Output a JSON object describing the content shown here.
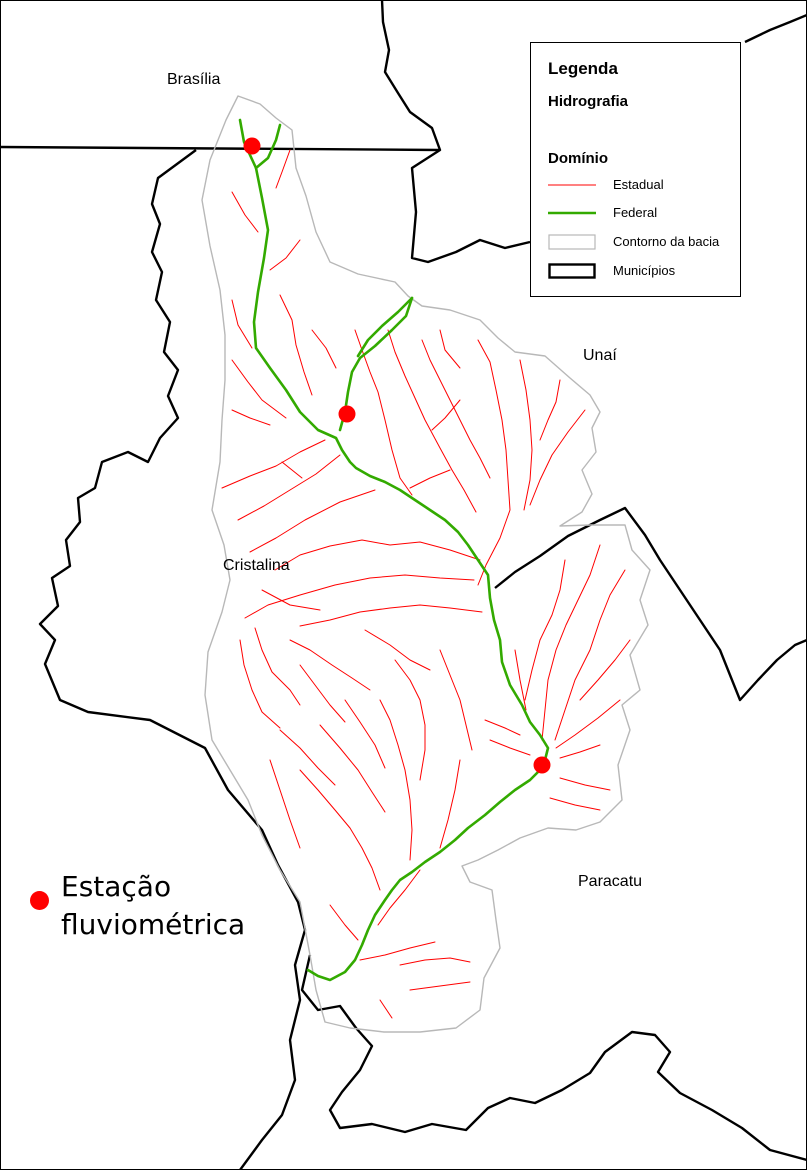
{
  "labels": {
    "brasilia": "Brasília",
    "unai": "Unaí",
    "cristalina": "Cristalina",
    "paracatu": "Paracatu"
  },
  "legend": {
    "title": "Legenda",
    "subtitle": "Hidrografia",
    "group": "Domínio",
    "items": [
      {
        "label": "Estadual",
        "symbol": "line",
        "color": "#ff0000"
      },
      {
        "label": "Federal",
        "symbol": "line",
        "color": "#33aa00"
      },
      {
        "label": "Contorno da bacia",
        "symbol": "box",
        "color": "#b8b8b8"
      },
      {
        "label": "Municípios",
        "symbol": "box-thick",
        "color": "#000000"
      }
    ]
  },
  "station_note": {
    "line1": "Estação",
    "line2": "fluviométrica",
    "color": "#ff0000"
  },
  "colors": {
    "state_river": "#ff0000",
    "federal_river": "#33aa00",
    "basin_outline": "#b8b8b8",
    "municipality_border": "#000000",
    "station": "#ff0000"
  }
}
